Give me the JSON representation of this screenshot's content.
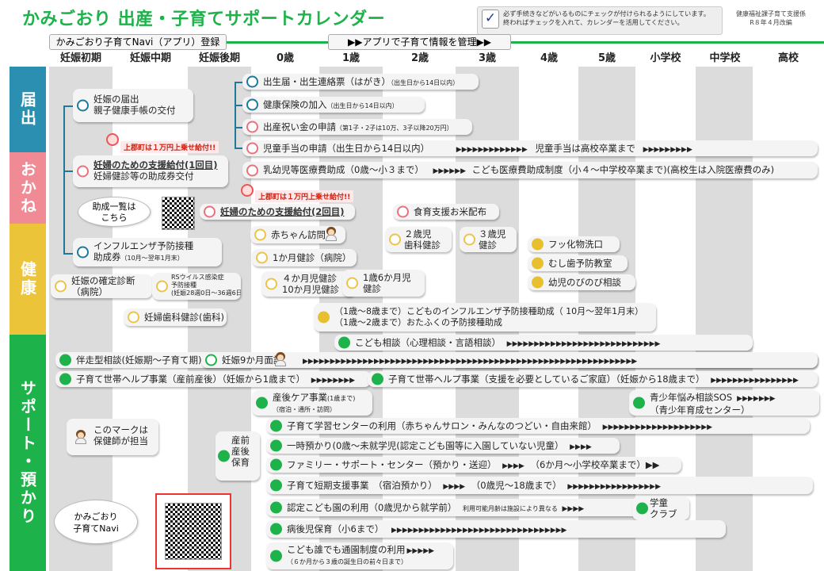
{
  "header": {
    "title": "かみごおり 出産・子育てサポートカレンダー",
    "note_line1": "必ず手続きなどがいるものにチェックが付けられるようにしています。",
    "note_line2": "終わればチェックを入れて、カレンダーを活用してください。",
    "dept_line1": "健康福祉課子育て支援係",
    "dept_line2": "R８年４月改編",
    "navi_label": "かみごおり子育てNavi（アプリ）登録",
    "app_label": "▶▶アプリで子育て情報を管理▶▶"
  },
  "columns": [
    "妊娠初期",
    "妊娠中期",
    "妊娠後期",
    "0歳",
    "1歳",
    "2歳",
    "3歳",
    "4歳",
    "5歳",
    "小学校",
    "中学校",
    "高校"
  ],
  "categories": {
    "todokede": "届出",
    "okane": "おかね",
    "kenkou": "健康",
    "support": "サポート・預かり"
  },
  "todokede": {
    "ninshin_1": "妊娠の届出",
    "ninshin_2": "親子健康手帳の交付",
    "birth": "出生届・出生連絡票（はがき）",
    "birth_sm": "（出生日から14日以内）",
    "insurance": "健康保険の加入",
    "insurance_sm": "（出生日から14日以内）"
  },
  "okane": {
    "iwai": "出産祝い金の申請",
    "iwai_sm": "（第1子・2子は10万、3子以降20万円）",
    "teate": "児童手当の申請（出生日から14日以内）",
    "teate_arrow": "▶▶▶▶▶▶▶▶▶▶▶▶▶",
    "teate_end": "児童手当は高校卒業まで",
    "teate_arrow2": "▶▶▶▶▶▶▶▶▶",
    "iryou": "乳幼児等医療費助成（0歳～小３まで）",
    "iryou_arrow": "▶▶▶▶▶▶",
    "iryou_2": "こども医療費助成制度（小４～中学校卒業まで)(高校生は入院医療費のみ)",
    "tag1": "上郡町は１万円上乗せ給付!!",
    "kyufu1": "妊婦のための支援給付(1回目)",
    "kyufu1_sub": "妊婦健診等の助成券交付",
    "tag2": "上郡町は１万円上乗せ給付!!",
    "kyufu2": "妊婦のための支援給付(2回目)",
    "josei_list_1": "助成一覧は",
    "josei_list_2": "こちら",
    "okome": "食育支援お米配布"
  },
  "kenkou": {
    "flu1": "インフルエンザ予防接種",
    "flu2": "助成券",
    "flu_sm": "（10月～翌年1月末）",
    "houmon": "赤ちゃん訪問",
    "kenshin_2": "２歳児",
    "kenshin_2b": "歯科健診",
    "kenshin_3": "３歳児",
    "kenshin_3b": "健診",
    "fukka": "フッ化物洗口",
    "mushiba": "むし歯予防教室",
    "nobinobi": "幼児のびのび相談",
    "kakutei1": "妊娠の確定診断",
    "kakutei2": "（病院）",
    "rs1": "RSウイルス感染症",
    "rs2": "予防接種",
    "rs3": "(妊娠28週0日～36週6日)",
    "one_month": "1か月健診（病院）",
    "four_month": "４か月児健診",
    "ten_month": "10か月児健診",
    "y18_1": "1歳6か月児",
    "y18_2": "健診",
    "shika": "妊婦歯科健診(歯科)",
    "flu_child1": "（1歳～8歳まで）こどものインフルエンザ予防接種助成（ 10月～翌年1月末）",
    "flu_child2": "（1歳～2歳まで）おたふくの予防接種助成"
  },
  "support": {
    "soudan": "こども相談（心理相談・言語相談）",
    "soudan_arrow": "▶▶▶▶▶▶▶▶▶▶▶▶▶▶▶▶▶▶▶▶▶▶▶▶▶▶▶▶",
    "bansou": "伴走型相談(妊娠期～子育て期)",
    "nine_month": "妊娠9か月面談",
    "long_arrow": "▶▶▶▶▶▶▶▶▶▶▶▶▶▶▶▶▶▶▶▶▶▶▶▶▶▶▶▶▶▶▶▶▶▶▶▶▶▶▶▶▶▶▶▶▶▶▶▶▶▶▶▶▶▶▶▶▶▶▶▶▶",
    "help1": "子育て世帯ヘルプ事業（産前産後）（妊娠から1歳まで）",
    "help1_arrow": "▶▶▶▶▶▶▶▶",
    "help2": "子育て世帯ヘルプ事業（支援を必要としているご家庭）（妊娠から18歳まで）",
    "help2_arrow": "▶▶▶▶▶▶▶▶▶▶▶▶▶▶▶▶",
    "sango1": "産後ケア事業",
    "sango1_sm": "(1歳まで)",
    "sango2": "（宿泊・通所・訪問）",
    "sos1": "青少年悩み相談SOS",
    "sos_arrow": "▶▶▶▶▶▶▶",
    "sos2": "（青少年育成センター）",
    "mark1": "このマークは",
    "mark2": "保健師が担当",
    "center": "子育て学習センターの利用（赤ちゃんサロン・みんなのつどい・自由来館）",
    "center_arrow": "▶▶▶▶▶▶▶▶▶▶▶▶▶▶▶▶▶▶▶▶",
    "ichiji": "一時預かり(0歳～未就学児(認定こども園等に入園していない児童）",
    "ichiji_arrow": "▶▶▶▶",
    "family": "ファミリー・サポート・センター（預かり・送迎）",
    "family_arrow": "▶▶▶▶",
    "family2": "（6か月～小学校卒業まで）▶▶",
    "short": "子育て短期支援事業　（宿泊預かり）",
    "short_arrow": "▶▶▶▶",
    "short2": "（0歳児～18歳まで）",
    "short_arrow2": "▶▶▶▶▶▶▶▶▶▶▶▶▶▶▶▶▶",
    "nintei": "認定こども園の利用（0歳児から就学前）",
    "nintei_sm": "利用可能月齢は施設により異なる",
    "nintei_arrow": "▶▶▶▶",
    "gakudou1": "学童",
    "gakudou2": "クラブ",
    "byougo": "病後児保育（小6まで）",
    "byougo_arrow": "▶▶▶▶▶▶▶▶▶▶▶▶▶▶▶▶▶▶▶▶▶▶▶▶▶▶▶▶▶▶▶▶",
    "daremo": "こども誰でも通園制度の利用",
    "daremo_arrow": "▶▶▶▶▶",
    "daremo_sm": "（６か月から３歳の誕生日の前々日まで）",
    "sanzen1": "産前",
    "sanzen2": "産後",
    "sanzen3": "保育",
    "navi1": "かみごおり",
    "navi2": "子育てNavi"
  },
  "colors": {
    "green": "#1db34a",
    "teal": "#2a8fb0",
    "pink": "#f08a94",
    "yellow": "#ecc43a"
  }
}
